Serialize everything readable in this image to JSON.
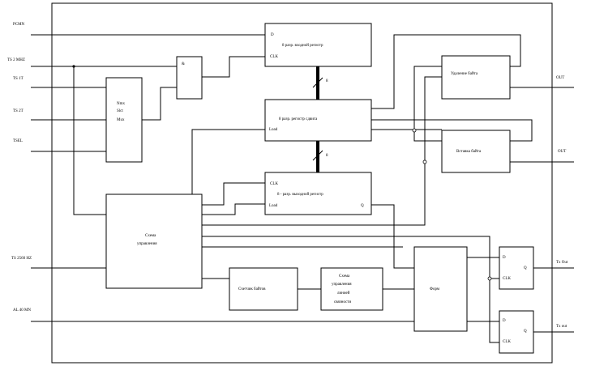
{
  "signals": {
    "pcmn": "PCMN",
    "ts2": "TS 2 MHZ",
    "ts1t": "TS 1T",
    "ts2t": "TS 2T",
    "tsel": "TSEL",
    "ts2560": "TS 2560 HZ",
    "al": "AL 40 MN",
    "out_top": "OUT",
    "out_mid": "OUT",
    "out_q1": "Tx Out",
    "out_q2": "Tx out"
  },
  "blocks": {
    "mux": [
      "Nmx",
      "Slct",
      "Mux"
    ],
    "and_gate": "&",
    "reg_in": {
      "title": "8 разр. входной регистр",
      "d": "D",
      "clk": "CLK"
    },
    "reg_shift": {
      "title": "8 разр. регистр сдвига",
      "load": "Load"
    },
    "reg_out": {
      "title": "8 - разр. выходной регистр",
      "clk": "CLK",
      "load": "Load",
      "q": "Q"
    },
    "ctrl": [
      "Схема",
      "управления"
    ],
    "counter": "Счетчик байтов",
    "flag_ctrl": [
      "Схема",
      "управления",
      "линией",
      "связности"
    ],
    "delete_byte": "Удаление байта",
    "insert_byte": "Вставка байта",
    "fmt": "Форм",
    "ff1": {
      "d": "D",
      "clk": "CLK",
      "q": "Q"
    },
    "ff2": {
      "d": "D",
      "clk": "CLK",
      "q": "Q"
    },
    "bus1": "8",
    "bus2": "8"
  }
}
